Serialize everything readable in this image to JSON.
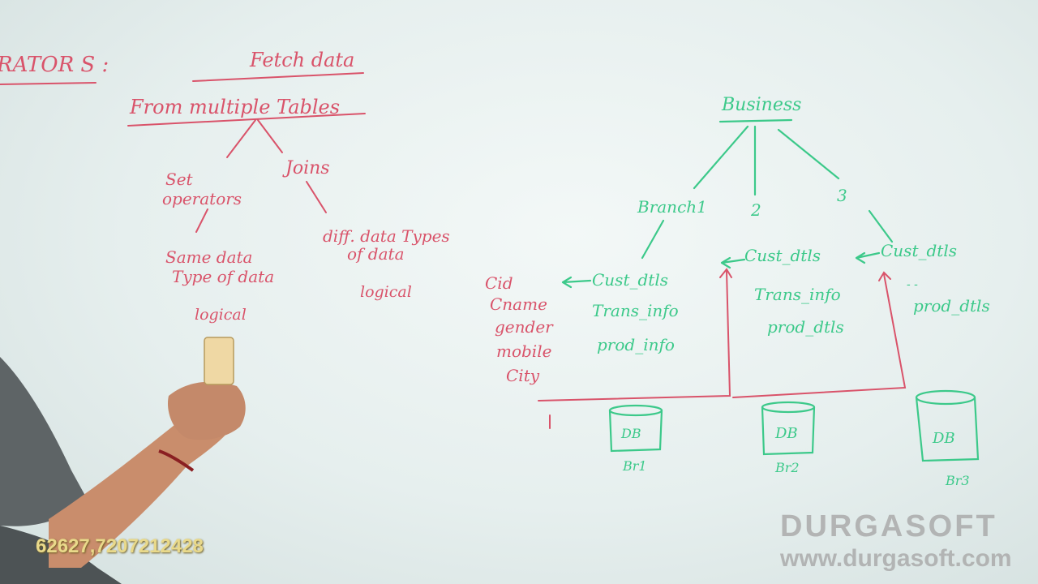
{
  "left_board": {
    "heading_fragment": "RATOR S :",
    "title_line1": "Fetch data",
    "title_line2": "From multiple Tables",
    "branch_set": [
      "Set",
      "operators"
    ],
    "branch_joins": "Joins",
    "set_desc": [
      "Same data",
      "Type of data"
    ],
    "set_logical": "logical",
    "joins_desc": [
      "diff. data Types",
      "of data"
    ],
    "joins_logical": "logical"
  },
  "right_board": {
    "root": "Business",
    "branches": [
      "Branch1",
      "2",
      "3"
    ],
    "col1": [
      "Cust_dtls",
      "Trans_info",
      "prod_info"
    ],
    "col2": [
      "Cust_dtls",
      "Trans_info",
      "prod_dtls"
    ],
    "col3": [
      "Cust_dtls",
      "prod_dtls"
    ],
    "columns_list": [
      "Cid",
      "Cname",
      "gender",
      "mobile",
      "City"
    ],
    "db_label": "DB",
    "db_captions": [
      "Br1",
      "Br2",
      "Br3"
    ]
  },
  "overlays": {
    "phone_number": "62627,7207212428",
    "brand": "DURGASOFT",
    "website": "www.durgasoft.com"
  },
  "colors": {
    "red_marker": "#d9536a",
    "green_marker": "#3cc98a",
    "watermark": "#aaaaaa"
  }
}
